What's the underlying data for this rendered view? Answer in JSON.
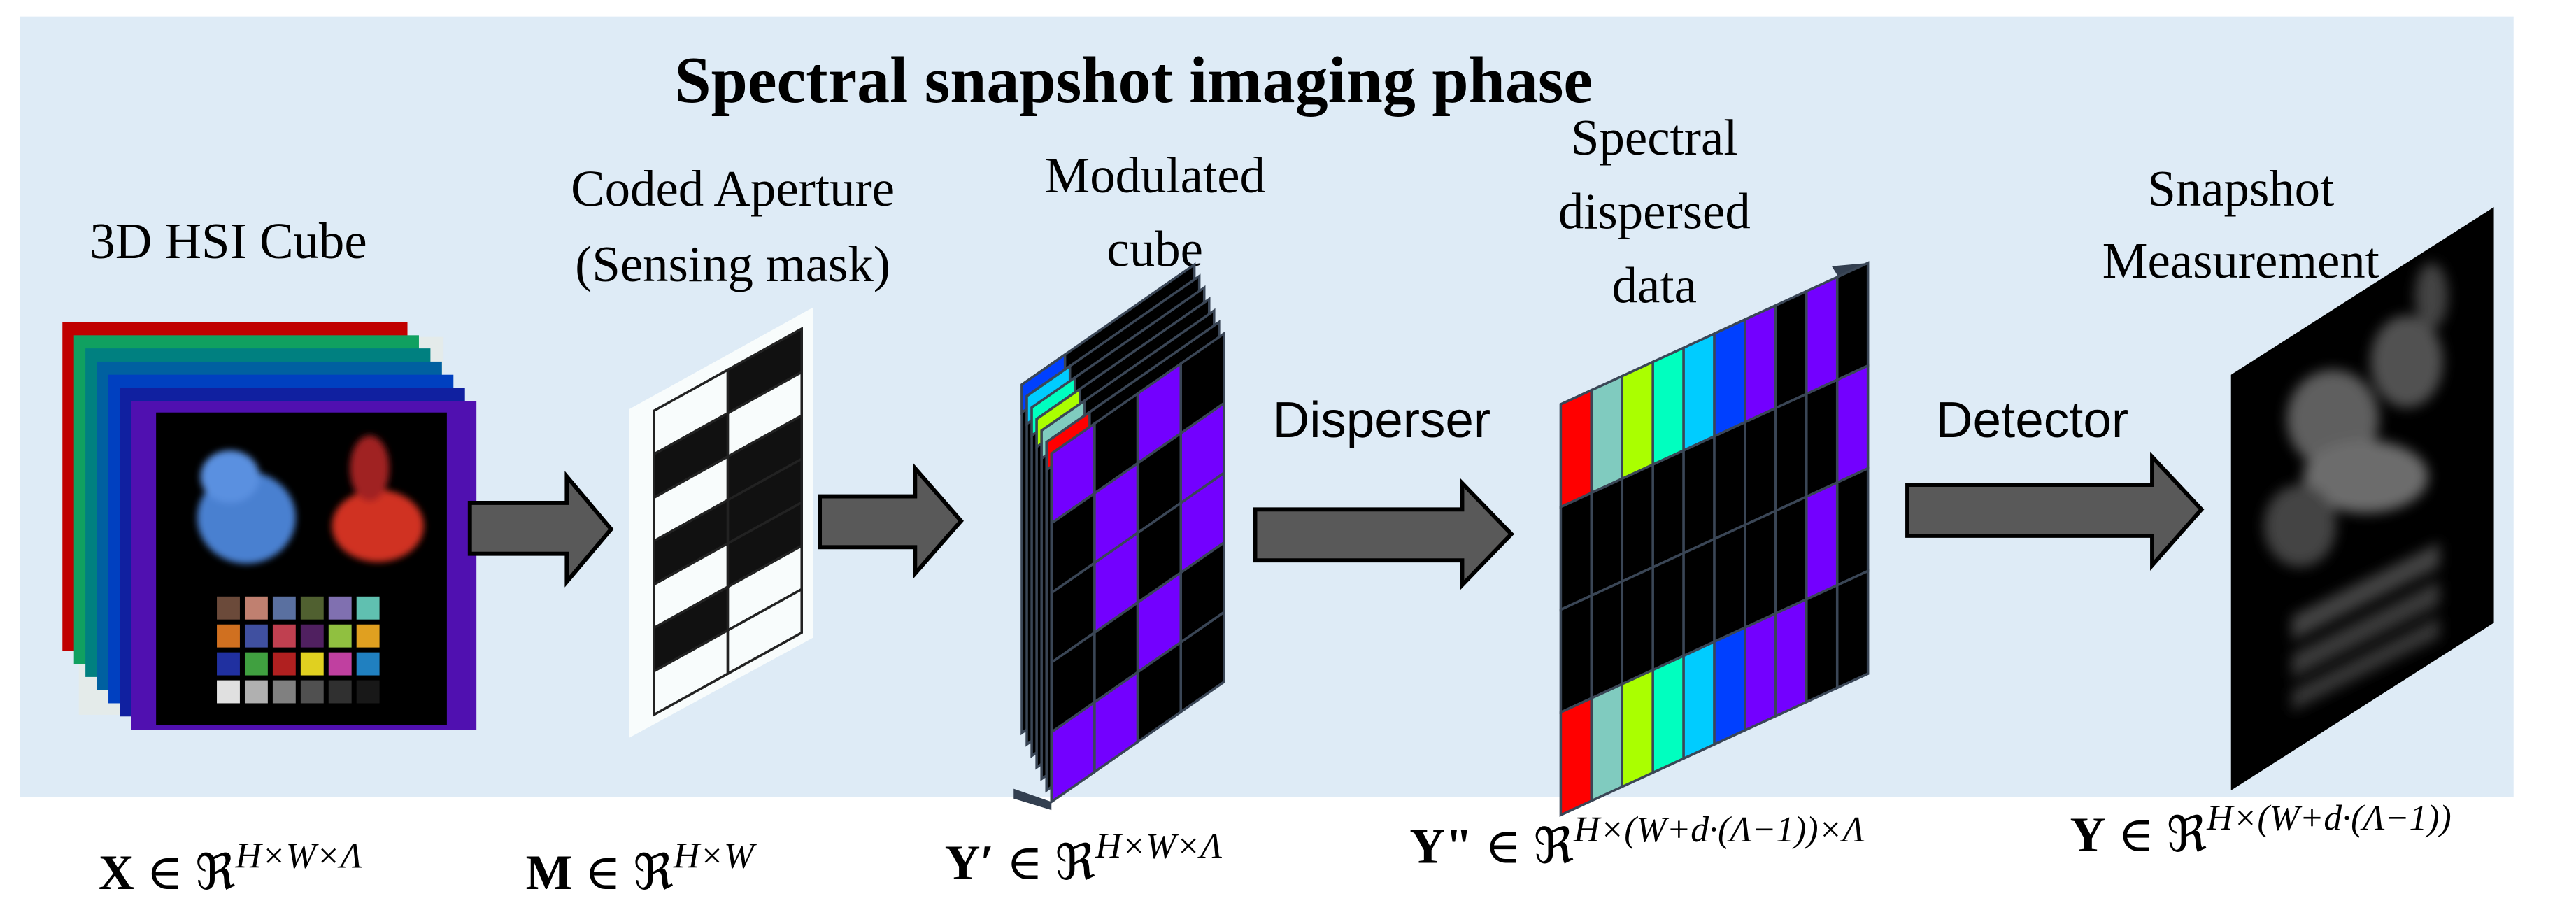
{
  "title": "Spectral snapshot imaging phase",
  "colors": {
    "panel_background": "#deebf6",
    "arrow_fill": "#595959",
    "mask_white": "#f8fcfc",
    "modulated_purple": "#7300ff",
    "spectral_bands": [
      "#ff0000",
      "#80cbbf",
      "#aaff00",
      "#00ffbf",
      "#00ccff",
      "#0040ff",
      "#7300ff"
    ]
  },
  "stages": {
    "hsi_cube": {
      "label": "3D HSI Cube",
      "formula": {
        "symbol": "X",
        "set": " ∈ ℜ",
        "sup": "H×W×Λ"
      }
    },
    "coded_aperture": {
      "label_line1": "Coded Aperture",
      "label_line2": "(Sensing mask)",
      "formula": {
        "symbol": "M",
        "set": " ∈ ℜ",
        "sup": "H×W"
      }
    },
    "modulated_cube": {
      "label_line1": "Modulated",
      "label_line2": "cube",
      "formula": {
        "symbol": "Y′",
        "set": " ∈ ℜ",
        "sup": "H×W×Λ"
      }
    },
    "dispersed_data": {
      "label_line1": "Spectral",
      "label_line2": "dispersed",
      "label_line3": "data",
      "formula": {
        "symbol": "Y\"",
        "set": " ∈ ℜ",
        "sup": "H×(W+d·(Λ−1))×Λ"
      }
    },
    "snapshot": {
      "label_line1": "Snapshot",
      "label_line2": "Measurement",
      "formula": {
        "symbol": "Y",
        "set": " ∈ ℜ",
        "sup": "H×(W+d·(Λ−1))"
      }
    }
  },
  "operations": {
    "disperser": "Disperser",
    "detector": "Detector"
  }
}
